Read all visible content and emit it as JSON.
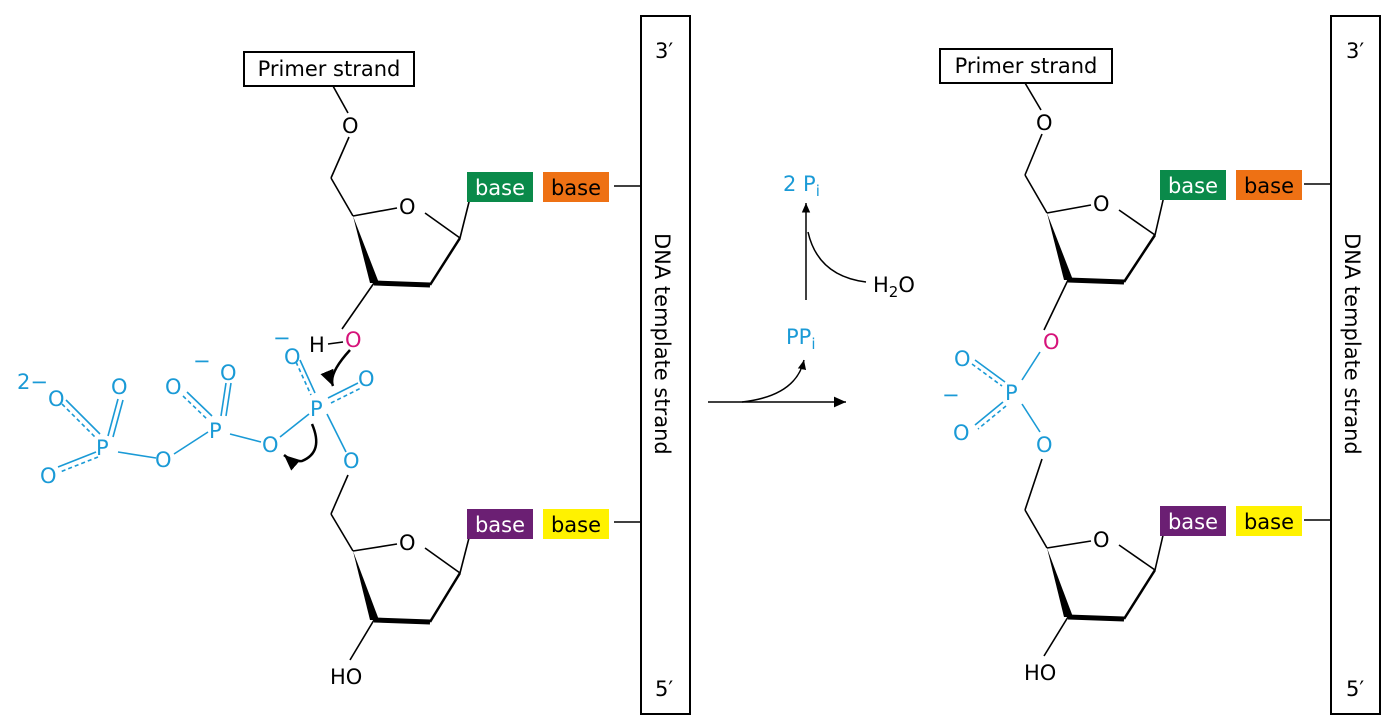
{
  "colors": {
    "phosphate": "#1a9ad6",
    "attacking_oxygen": "#d6137a",
    "base_green": "#0a8a4a",
    "base_orange": "#ee7114",
    "base_purple": "#6b1f73",
    "base_yellow": "#fff200",
    "line": "#000000"
  },
  "left_panel": {
    "primer_label": "Primer strand",
    "template_label": "DNA template strand",
    "end_top": "3′",
    "end_bottom": "5′",
    "base_labels": [
      "base",
      "base",
      "base",
      "base"
    ],
    "atoms": {
      "O_link": "O",
      "O_ring": "O",
      "O_3prime": "O",
      "H": "H",
      "charge_minus": "−",
      "charge_2minus": "2−",
      "O": "O",
      "P": "P",
      "HO": "HO"
    }
  },
  "middle": {
    "pp_main": "PP",
    "pp_sub": "i",
    "pi_main": "2 P",
    "pi_sub": "i",
    "h2o_pre": "H",
    "h2o_sub": "2",
    "h2o_post": "O"
  },
  "right_panel": {
    "primer_label": "Primer strand",
    "template_label": "DNA template strand",
    "end_top": "3′",
    "end_bottom": "5′",
    "base_labels": [
      "base",
      "base",
      "base",
      "base"
    ],
    "atoms": {
      "O_link": "O",
      "O_ring": "O",
      "O_bridge": "O",
      "O": "O",
      "P": "P",
      "charge_minus": "−",
      "HO": "HO"
    }
  }
}
